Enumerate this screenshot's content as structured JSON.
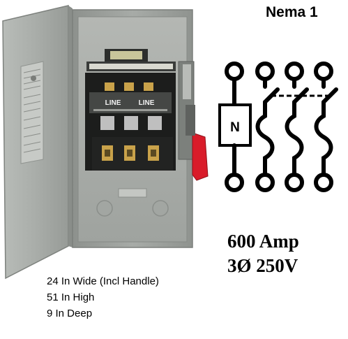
{
  "title": "Nema 1",
  "photo": {
    "label_line_left": "LINE",
    "label_line_right": "LINE",
    "colors": {
      "enclosure": "#a6aaa6",
      "handle": "#d91c2a"
    }
  },
  "schematic": {
    "neutral_label": "N",
    "poles": 3
  },
  "ratings": {
    "amperage": "600 Amp",
    "voltage": "3Ø 250V"
  },
  "dimensions": [
    "24 In Wide (Incl Handle)",
    "51 In High",
    "9 In Deep"
  ]
}
